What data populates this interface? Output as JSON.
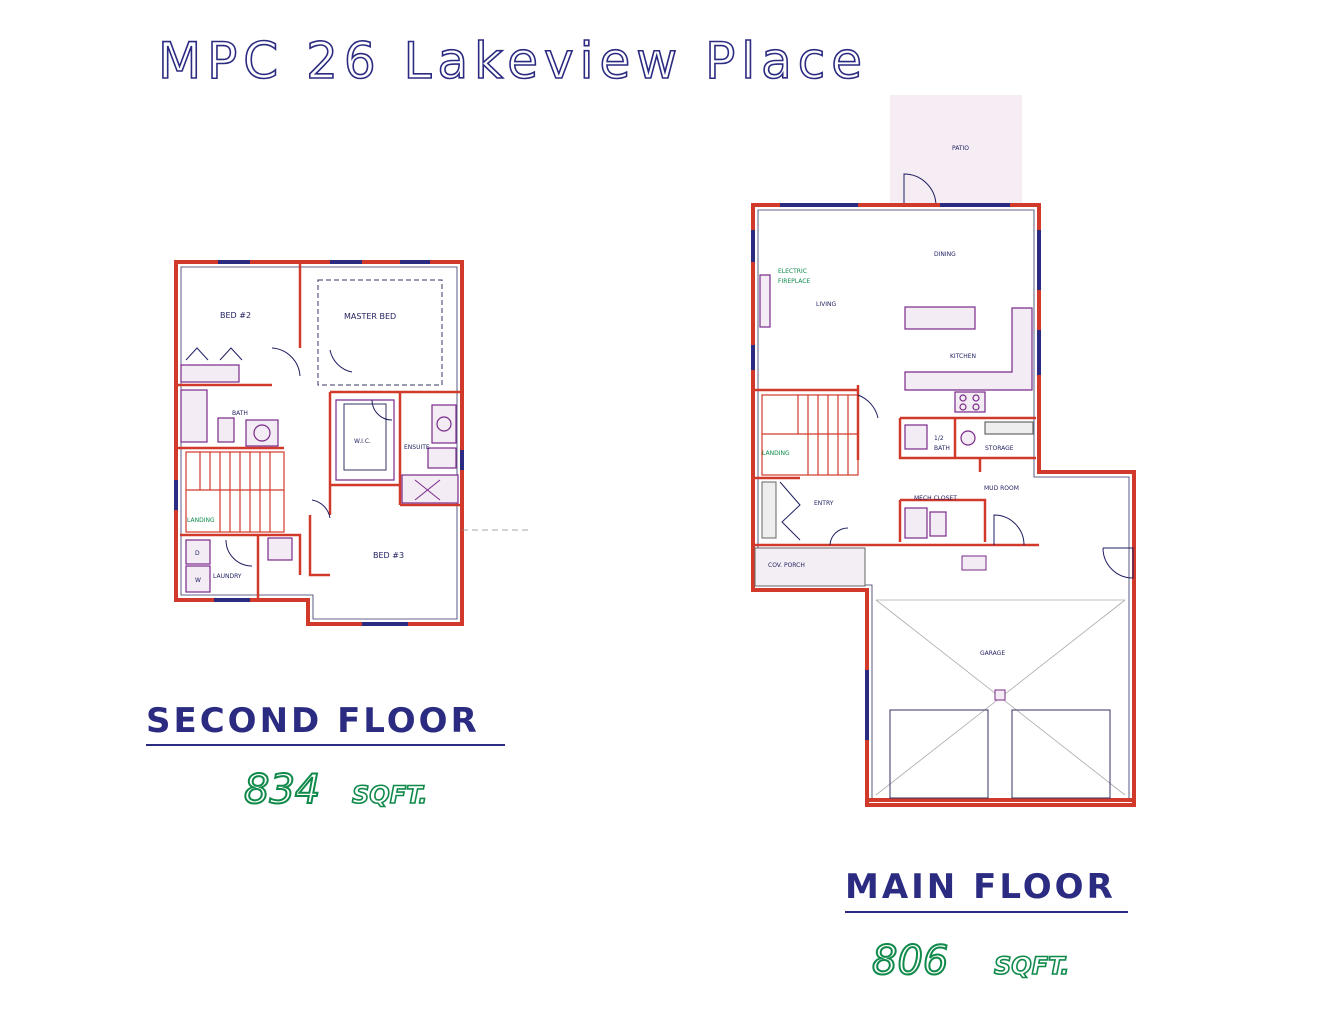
{
  "title": "MPC 26 Lakeview Place",
  "second_floor": {
    "label": "SECOND FLOOR",
    "sqft_value": "834",
    "sqft_unit": "SQFT.",
    "rooms": {
      "bed2": "BED #2",
      "master": "MASTER BED",
      "bath": "BATH",
      "wic": "W.I.C.",
      "ensuite": "ENSUITE",
      "bed3": "BED #3",
      "landing": "LANDING",
      "laundry": "LAUNDRY",
      "dryer": "D",
      "washer": "W"
    }
  },
  "main_floor": {
    "label": "MAIN FLOOR",
    "sqft_value": "806",
    "sqft_unit": "SQFT.",
    "rooms": {
      "patio": "PATIO",
      "dining": "DINING",
      "living": "LIVING",
      "kitchen": "KITCHEN",
      "fireplace_1": "ELECTRIC",
      "fireplace_2": "FIREPLACE",
      "landing": "LANDING",
      "half_bath_1": "1/2",
      "half_bath_2": "BATH",
      "storage": "STORAGE",
      "entry": "ENTRY",
      "mech": "MECH CLOSET",
      "mud": "MUD ROOM",
      "porch": "COV. PORCH",
      "garage": "GARAGE"
    }
  },
  "colors": {
    "wall": "#d13a2b",
    "window": "#2b2b82",
    "title_outline": "#2b2b82",
    "sqft": "#0f8a4a",
    "fixture": "#7a2a8a"
  }
}
